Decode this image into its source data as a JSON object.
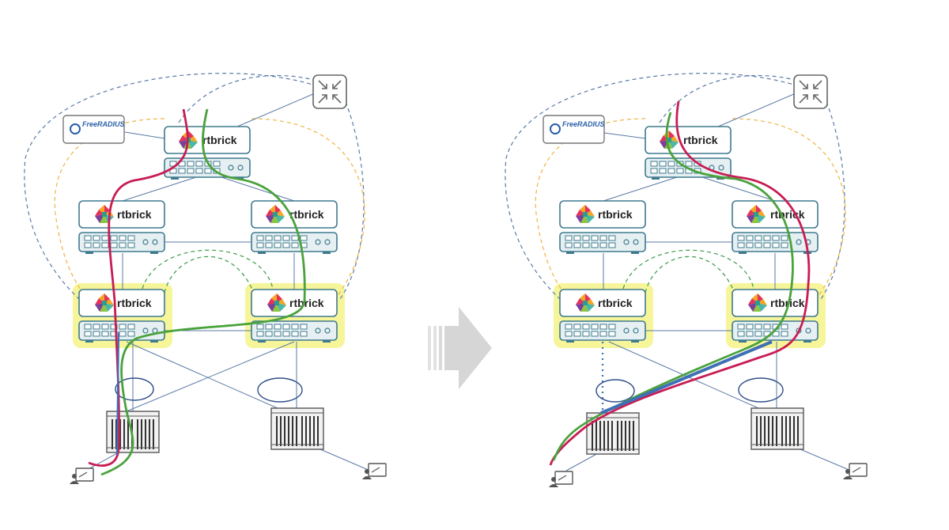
{
  "brand": {
    "router_label": "rtbrick",
    "radius_label": "FreeRADIUS"
  },
  "icons": {
    "core": "core-router-icon",
    "radius": "radius-server-icon",
    "router_logo": "rtbrick-logo-icon",
    "switch": "switch-chassis-icon",
    "olt": "olt-chassis-icon",
    "subscriber": "subscriber-device-icon",
    "transition": "arrow-right-icon"
  },
  "colors": {
    "highlight": "#f6f59a",
    "red_path": "#c81d54",
    "green_path": "#4aa23c",
    "blue_link": "#3f6fb5",
    "dash_blue": "#5b7aa6",
    "dash_orange": "#f0b340",
    "dash_green": "#3b9a4b",
    "box_stroke": "#3f7a8e",
    "box_fill": "#e6f0f3"
  },
  "panels": [
    {
      "id": "before"
    },
    {
      "id": "after"
    }
  ]
}
